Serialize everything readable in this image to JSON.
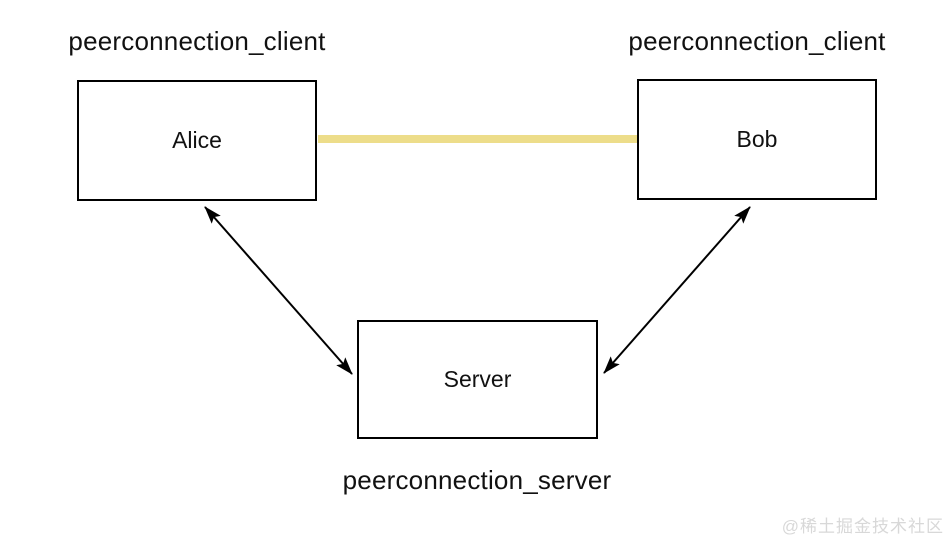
{
  "diagram": {
    "titles": {
      "client_left": "peerconnection_client",
      "client_right": "peerconnection_client",
      "server_caption": "peerconnection_server"
    },
    "nodes": {
      "alice": {
        "label": "Alice"
      },
      "bob": {
        "label": "Bob"
      },
      "server": {
        "label": "Server"
      }
    },
    "edges": {
      "p2p_link": {
        "from": "Alice",
        "to": "Bob",
        "style": "thick-yellow-line"
      },
      "alice_server": {
        "from": "Alice",
        "to": "Server",
        "style": "double-arrow"
      },
      "bob_server": {
        "from": "Bob",
        "to": "Server",
        "style": "double-arrow"
      }
    },
    "colors": {
      "p2p_link": "#EDDD8A",
      "arrow": "#000000",
      "box_border": "#000000",
      "text": "#111111",
      "watermark": "#D8D8D8"
    }
  },
  "watermark": {
    "text": "@稀土掘金技术社区"
  }
}
